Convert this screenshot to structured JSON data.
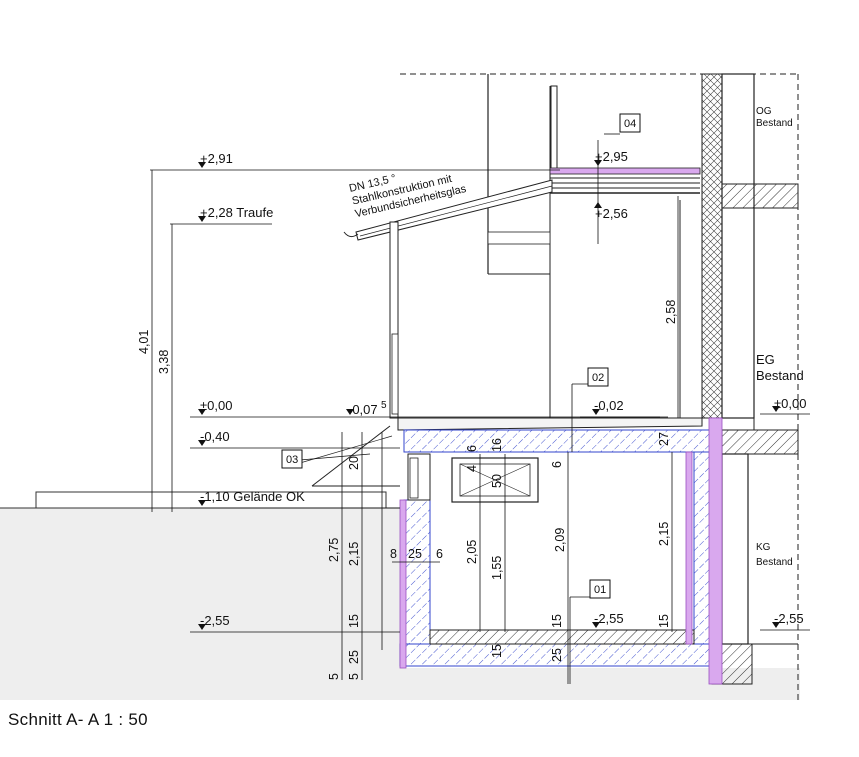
{
  "title": "Schnitt A- A 1 : 50",
  "roof_note": {
    "line1": "DN 13,5 °",
    "line2": "Stahlkonstruktion mit",
    "line3": "Verbundsicherheitsglas"
  },
  "levels": {
    "l291": "+2,91",
    "l228": "+2,28 Traufe",
    "l000": "±0,00",
    "l040": "-0,40",
    "l110": "-1,10 Gelände OK",
    "l255": "-2,55",
    "l295": "+2,95",
    "l256": "+2,56",
    "l007": "-0,07",
    "l007_sup": "5",
    "l002": "-0,02",
    "l000r": "±0,00",
    "l255m": "-2,55",
    "l255r": "-2,55"
  },
  "dims": {
    "d401": "4,01",
    "d338": "3,38",
    "d258": "2,58",
    "d275": "2,75",
    "d215a": "2,15",
    "d20": "20",
    "d15a": "15",
    "d25a": "25",
    "d5a": "5",
    "d5b": "5",
    "d8": "8",
    "d25b": "25",
    "d6a": "6",
    "d205": "2,05",
    "d155": "1,55",
    "d4": "4",
    "d6b": "6",
    "d16": "16",
    "d50": "50",
    "d6c": "6",
    "d209": "2,09",
    "d15b": "15",
    "d25c": "25",
    "d215b": "2,15",
    "d15c": "15",
    "d27": "27",
    "d15d": "15"
  },
  "tags": {
    "t01": "01",
    "t02": "02",
    "t03": "03",
    "t04": "04"
  },
  "floors": {
    "og1": "OG",
    "og2": "Bestand",
    "eg1": "EG",
    "eg2": "Bestand",
    "kg1": "KG",
    "kg2": "Bestand"
  },
  "colors": {
    "insulation": "#d9a8ee",
    "insulation_stroke": "#9a4fc0",
    "hatch": "#3344cc",
    "ground": "#eeeeee"
  }
}
